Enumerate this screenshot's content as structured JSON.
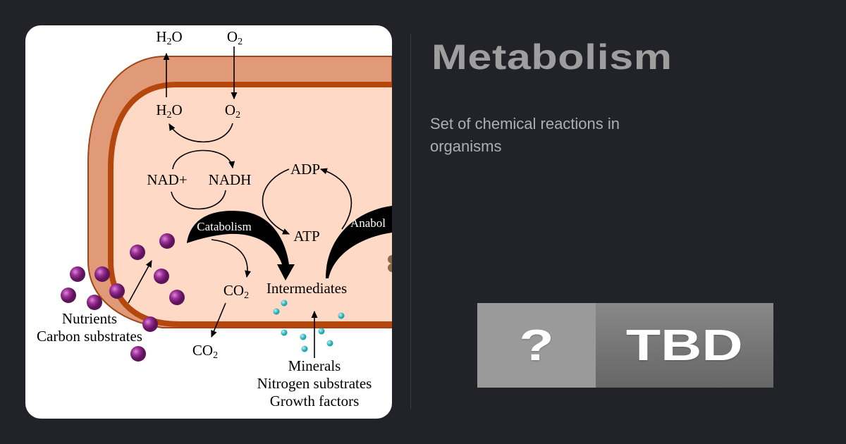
{
  "title": "Metabolism",
  "subtitle": "Set of chemical reactions in organisms",
  "badge": {
    "left": "?",
    "right": "TBD"
  },
  "diagram": {
    "h2o_out": "H",
    "h2o_in": "H",
    "o2_out": "O",
    "o2_in": "O",
    "nad_plus": "NAD+",
    "nadh": "NADH",
    "adp": "ADP",
    "atp": "ATP",
    "catabolism": "Catabolism",
    "anabolism": "Anabol",
    "co2_in": "CO",
    "co2_out": "CO",
    "intermediates": "Intermediates",
    "nutrients": "Nutrients",
    "carbon_substrates": "Carbon substrates",
    "minerals": "Minerals",
    "nitrogen_substrates": "Nitrogen substrates",
    "growth_factors": "Growth factors",
    "sub2": "2",
    "o_suffix": "O"
  },
  "colors": {
    "wall": "#e19a78",
    "membrane": "#b5470c",
    "cytoplasm": "#fdd9c6",
    "nutrient": "#8e2a8a",
    "mineral": "#3bbfc4"
  }
}
